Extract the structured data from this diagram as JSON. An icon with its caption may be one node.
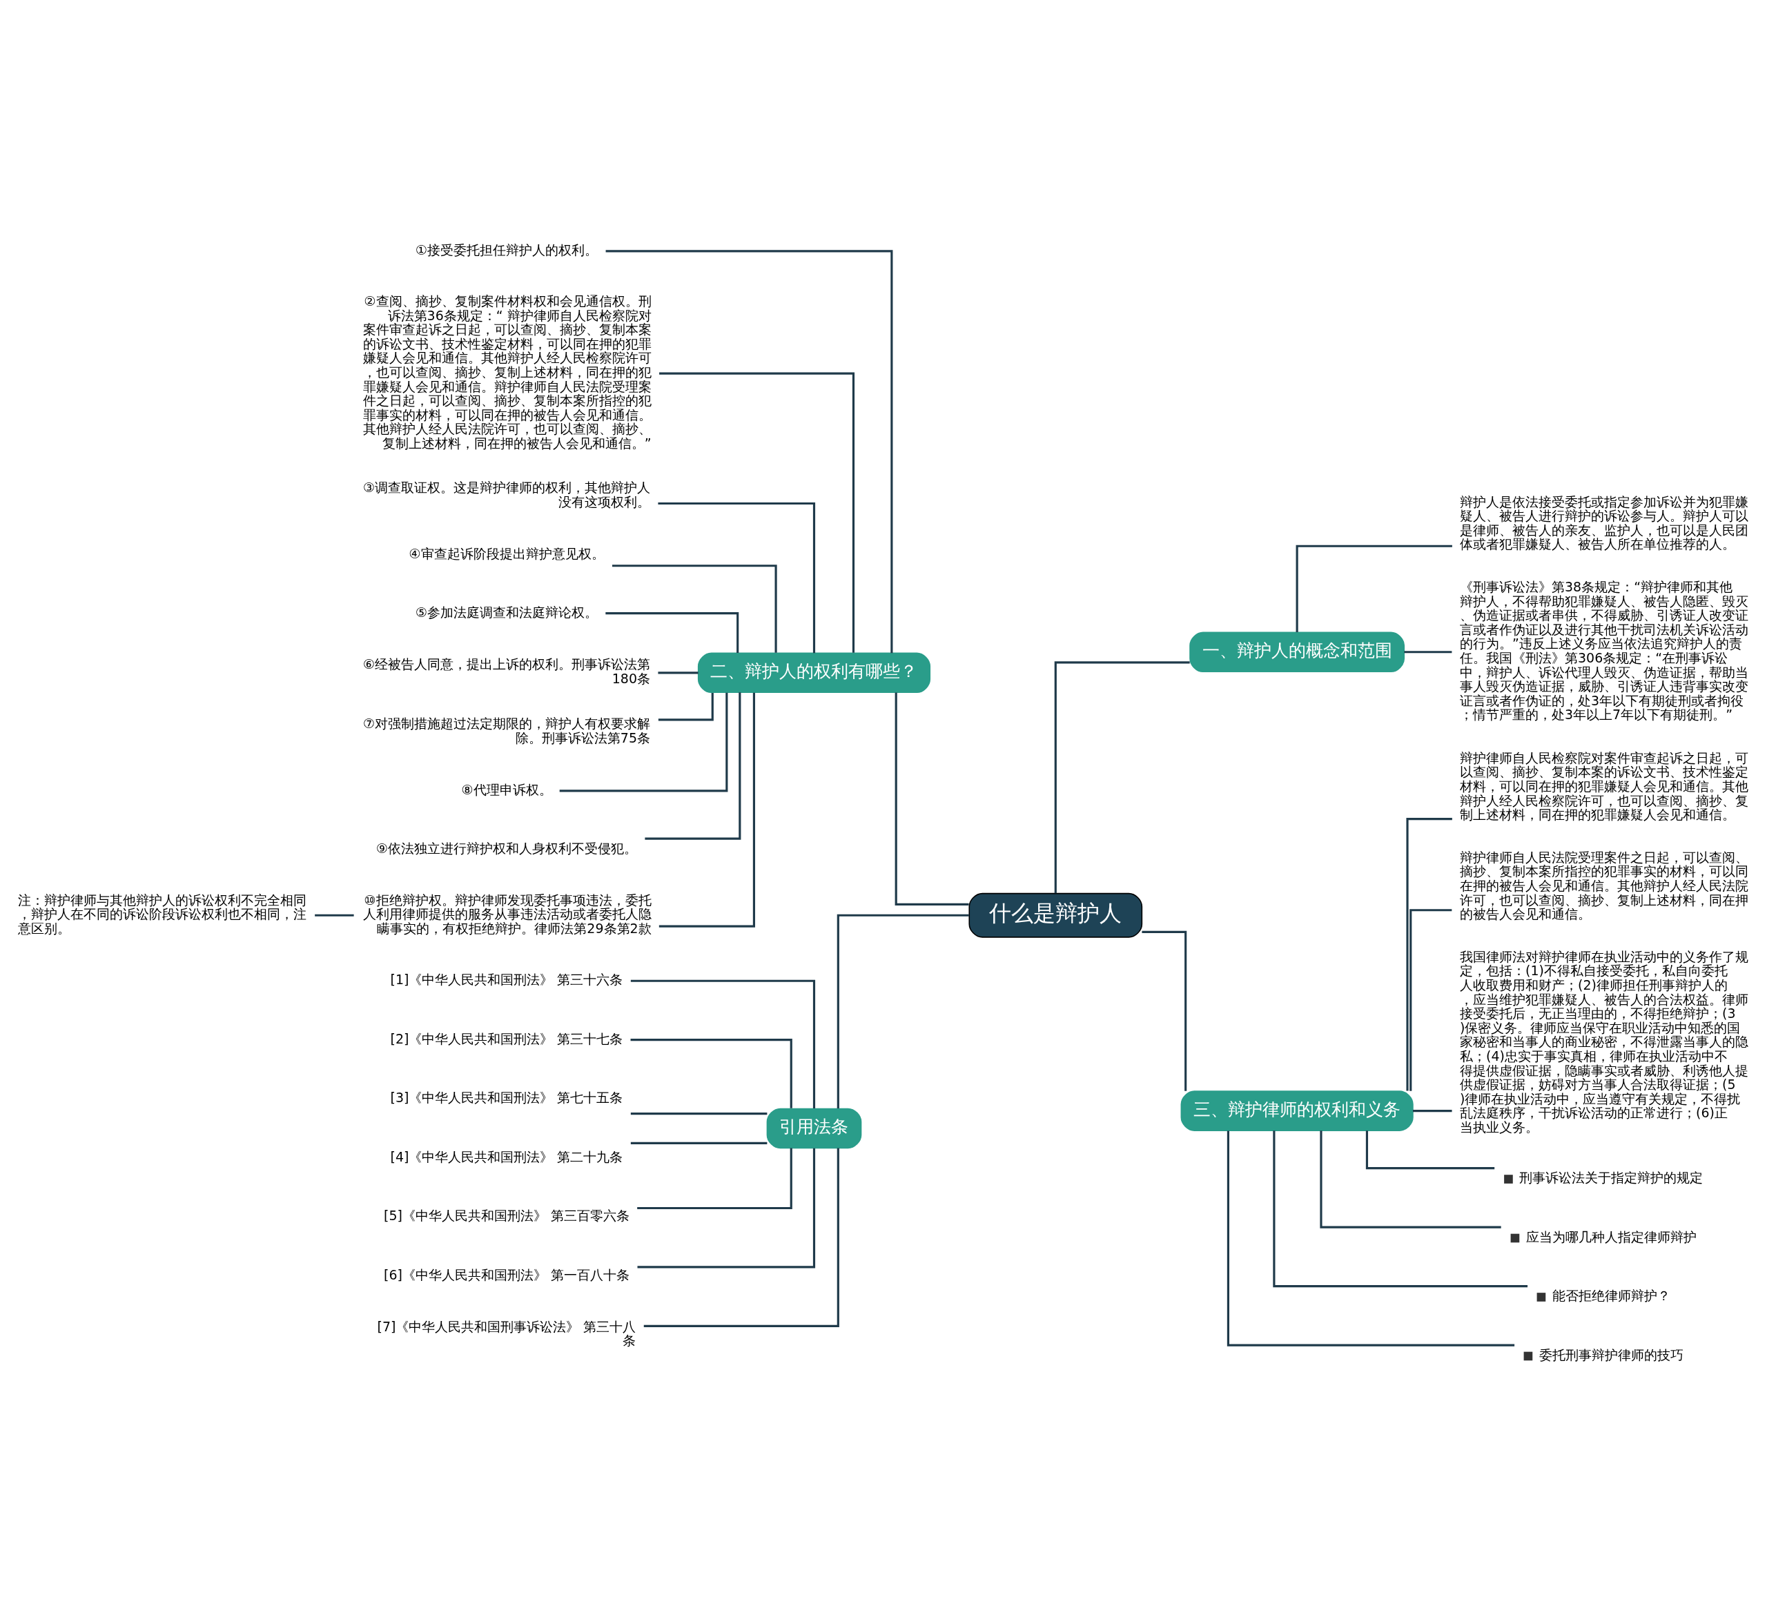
{
  "diagram": {
    "nodes": [
      {
        "text": [
          "什么是辩护人"
        ]
      },
      {
        "text": [
          "二、辩护人的权利有哪些？"
        ]
      },
      {
        "text": [
          "①接受委托担任辩护人的权利。"
        ]
      },
      {
        "text": [
          "②查阅、摘抄、复制案件材料权和会见通信权。刑诉法第36条规定：“ 辩护律师自人民检察院对案件审查起诉之日起，可以查阅、摘抄、复制本案的诉讼文书、技术性鉴定材料，可以同在押的犯罪嫌疑人会见和通信。其他辩护人经人民检察院许可，也可以查阅、摘抄、复制上述材料，同在押的犯罪嫌疑人会见和通信。辩护律师自人民法院受理案件之日起，可以查阅、摘抄、复制本案所指控的犯罪事实的材料，可以同在押的被告人会见和通信。其他辩护人经人民法院许可，也可以查阅、摘抄、复制上述材料，同在押的被告人会见和通信。”"
        ]
      },
      {
        "text": [
          "③调查取证权。这是辩护律师的权利，其他辩护人没有这项权利。"
        ]
      },
      {
        "text": [
          "④审查起诉阶段提出辩护意见权。"
        ]
      },
      {
        "text": [
          "⑤参加法庭调查和法庭辩论权。"
        ]
      },
      {
        "text": [
          "⑥经被告人同意，提出上诉的权利。刑事诉讼法第180条"
        ]
      },
      {
        "text": [
          "⑦对强制措施超过法定期限的，辩护人有权要求解除。刑事诉讼法第75条"
        ]
      },
      {
        "text": [
          "⑧代理申诉权。"
        ]
      },
      {
        "text": [
          "⑨依法独立进行辩护权和人身权利不受侵犯。"
        ]
      },
      {
        "text": [
          "⑩拒绝辩护权。辩护律师发现委托事项违法，委托人利用律师提供的服务从事违法活动或者委托人隐瞒事实的，有权拒绝辩护。律师法第29条第2款"
        ]
      },
      {
        "text": [
          "注：辩护律师与其他辩护人的诉讼权利不完全相同，辩护人在不同的诉讼阶段诉讼权利也不相同，注意区别。"
        ]
      },
      {
        "text": [
          "引用法条"
        ]
      },
      {
        "text": [
          "[1]《中华人民共和国刑法》 第三十六条"
        ]
      },
      {
        "text": [
          "[2]《中华人民共和国刑法》 第三十七条"
        ]
      },
      {
        "text": [
          "[3]《中华人民共和国刑法》 第七十五条"
        ]
      },
      {
        "text": [
          "[4]《中华人民共和国刑法》 第二十九条"
        ]
      },
      {
        "text": [
          "[5]《中华人民共和国刑法》 第三百零六条"
        ]
      },
      {
        "text": [
          "[6]《中华人民共和国刑法》 第一百八十条"
        ]
      },
      {
        "text": [
          "[7]《中华人民共和国刑事诉讼法》 第三十八条"
        ]
      },
      {
        "text": [
          "一、辩护人的概念和范围"
        ]
      },
      {
        "text": [
          "辩护人是依法接受委托或指定参加诉讼并为犯罪嫌疑人、被告人进行辩护的诉讼参与人。辩护人可以是律师、被告人的亲友、监护人，也可以是人民团体或者犯罪嫌疑人、被告人所在单位推荐的人。"
        ]
      },
      {
        "text": [
          "《刑事诉讼法》第38条规定：“辩护律师和其他辩护人，不得帮助犯罪嫌疑人、被告人隐匿、毁灭、伪造证据或者串供，不得威胁、引诱证人改变证言或者作伪证以及进行其他干扰司法机关诉讼活动的行为。”违反上述义务应当依法追究辩护人的责任。我国《刑法》第306条规定：“在刑事诉讼中，辩护人、诉讼代理人毁灭、伪造证据，帮助当事人毁灭伪造证据，威胁、引诱证人违背事实改变证言或者作伪证的，处3年以下有期徒刑或者拘役；情节严重的，处3年以上7年以下有期徒刑。”"
        ]
      },
      {
        "text": [
          "三、辩护律师的权利和义务"
        ]
      },
      {
        "text": [
          "辩护律师自人民检察院对案件审查起诉之日起，可以查阅、摘抄、复制本案的诉讼文书、技术性鉴定材料，可以同在押的犯罪嫌疑人会见和通信。其他辩护人经人民检察院许可，也可以查阅、摘抄、复制上述材料，同在押的犯罪嫌疑人会见和通信。"
        ]
      },
      {
        "text": [
          "辩护律师自人民法院受理案件之日起，可以查阅、摘抄、复制本案所指控的犯罪事实的材料，可以同在押的被告人会见和通信。其他辩护人经人民法院许可，也可以查阅、摘抄、复制上述材料，同在押的被告人会见和通信。"
        ]
      },
      {
        "text": [
          "我国律师法对辩护律师在执业活动中的义务作了规定，包括：(1)不得私自接受委托，私自向委托人收取费用和财产；(2)律师担任刑事辩护人的，应当维护犯罪嫌疑人、被告人的合法权益。律师接受委托后，无正当理由的，不得拒绝辩护；(3)保密义务。律师应当保守在职业活动中知悉的国家秘密和当事人的商业秘密，不得泄露当事人的隐私；(4)忠实于事实真相，律师在执业活动中不得提供虚假证据，隐瞒事实或者威胁、利诱他人提供虚假证据，妨碍对方当事人合法取得证据；(5)律师在执业活动中，应当遵守有关规定，不得扰乱法庭秩序，干扰诉讼活动的正常进行；(6)正当执业义务。"
        ]
      },
      {
        "text": [
          "刑事诉讼法关于指定辩护的规定"
        ]
      },
      {
        "text": [
          "应当为哪几种人指定律师辩护"
        ]
      },
      {
        "text": [
          "能否拒绝律师辩护？"
        ]
      },
      {
        "text": [
          "委托刑事辩护律师的技巧"
        ]
      }
    ],
    "edges": [
      {
        "from": 0,
        "to": 1,
        "arrow": "none"
      },
      {
        "from": 1,
        "to": 2,
        "arrow": "none"
      },
      {
        "from": 1,
        "to": 3,
        "arrow": "none"
      },
      {
        "from": 1,
        "to": 4,
        "arrow": "none"
      },
      {
        "from": 1,
        "to": 5,
        "arrow": "none"
      },
      {
        "from": 1,
        "to": 6,
        "arrow": "none"
      },
      {
        "from": 1,
        "to": 7,
        "arrow": "none"
      },
      {
        "from": 1,
        "to": 8,
        "arrow": "none"
      },
      {
        "from": 1,
        "to": 9,
        "arrow": "none"
      },
      {
        "from": 1,
        "to": 10,
        "arrow": "none"
      },
      {
        "from": 1,
        "to": 11,
        "arrow": "none"
      },
      {
        "from": 11,
        "to": 12,
        "arrow": "none"
      },
      {
        "from": 0,
        "to": 13,
        "arrow": "none"
      },
      {
        "from": 13,
        "to": 14,
        "arrow": "none"
      },
      {
        "from": 13,
        "to": 15,
        "arrow": "none"
      },
      {
        "from": 13,
        "to": 16,
        "arrow": "none"
      },
      {
        "from": 13,
        "to": 17,
        "arrow": "none"
      },
      {
        "from": 13,
        "to": 18,
        "arrow": "none"
      },
      {
        "from": 13,
        "to": 19,
        "arrow": "none"
      },
      {
        "from": 13,
        "to": 20,
        "arrow": "none"
      },
      {
        "from": 0,
        "to": 21,
        "arrow": "none"
      },
      {
        "from": 21,
        "to": 22,
        "arrow": "none"
      },
      {
        "from": 21,
        "to": 23,
        "arrow": "none"
      },
      {
        "from": 0,
        "to": 24,
        "arrow": "none"
      },
      {
        "from": 24,
        "to": 25,
        "arrow": "none"
      },
      {
        "from": 24,
        "to": 26,
        "arrow": "none"
      },
      {
        "from": 24,
        "to": 27,
        "arrow": "none"
      },
      {
        "from": 24,
        "to": 28,
        "arrow": "none"
      },
      {
        "from": 24,
        "to": 29,
        "arrow": "none"
      },
      {
        "from": 24,
        "to": 30,
        "arrow": "none"
      },
      {
        "from": 24,
        "to": 31,
        "arrow": "none"
      }
    ]
  }
}
